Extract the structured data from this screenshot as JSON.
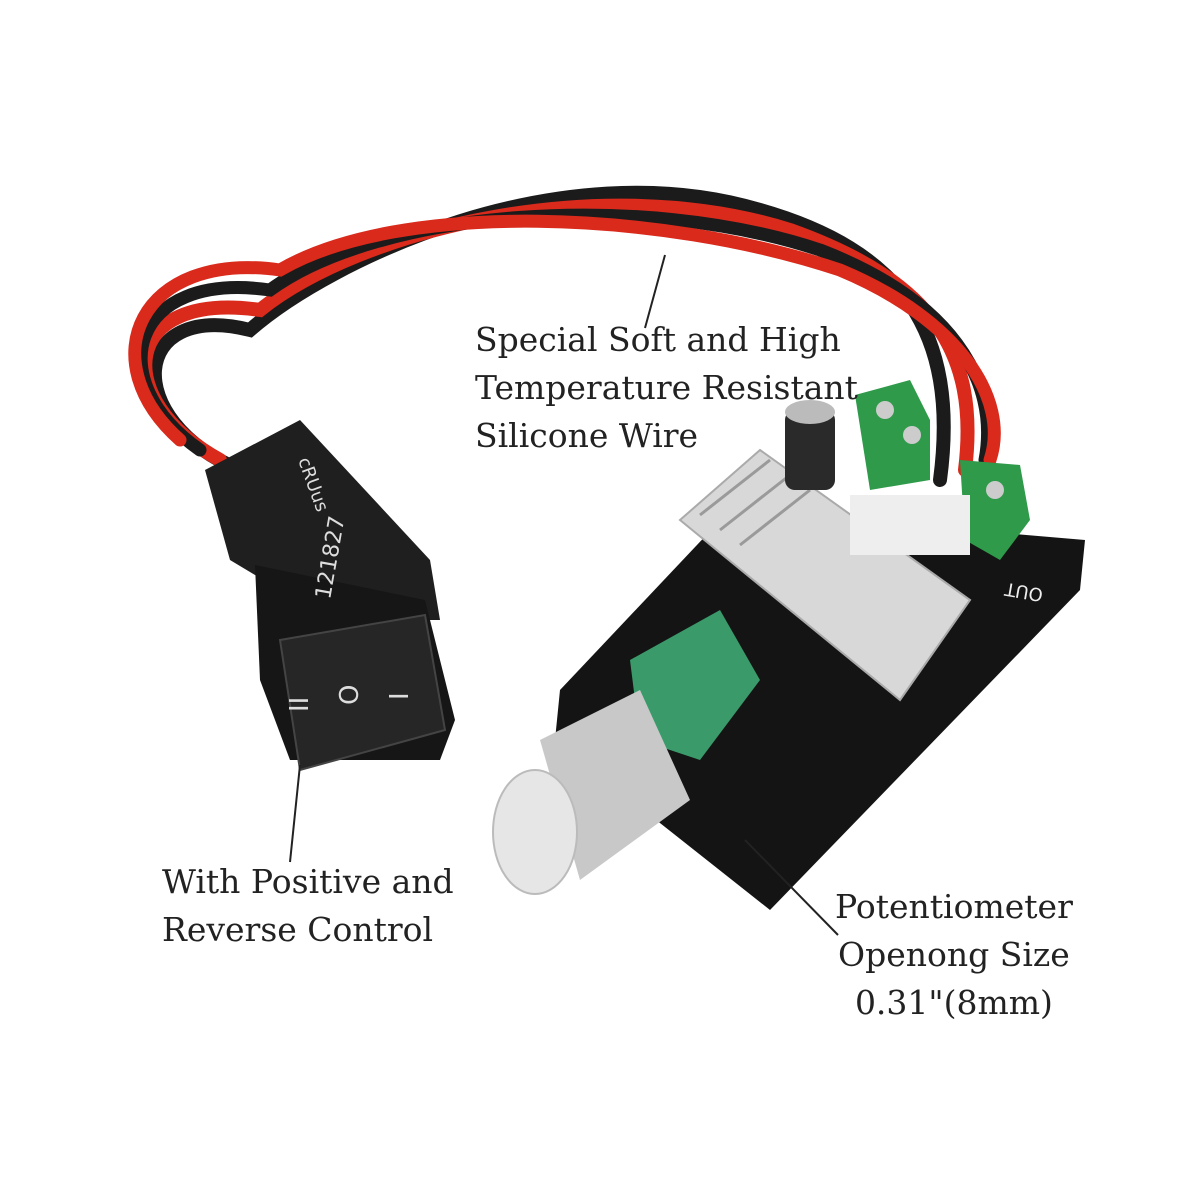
{
  "callouts": {
    "wire": [
      "Special Soft and High",
      "Temperature Resistant",
      "Silicone Wire"
    ],
    "switch": [
      "With Positive and",
      "Reverse Control"
    ],
    "potentiometer": [
      "Potentiometer",
      "Openong Size",
      "0.31\"(8mm)"
    ]
  },
  "product_markings": {
    "switch_label_1": "121827",
    "switch_label_2": "cRUus",
    "board_label": "OUT",
    "switch_symbols": [
      "II",
      "O",
      "I"
    ]
  },
  "colors": {
    "wire_red": "#d92a1c",
    "wire_black": "#1b1b1b",
    "pcb": "#141414",
    "terminal": "#2e9a4a",
    "pot_green": "#3a9a6a",
    "heatsink": "#d8d8d8"
  }
}
